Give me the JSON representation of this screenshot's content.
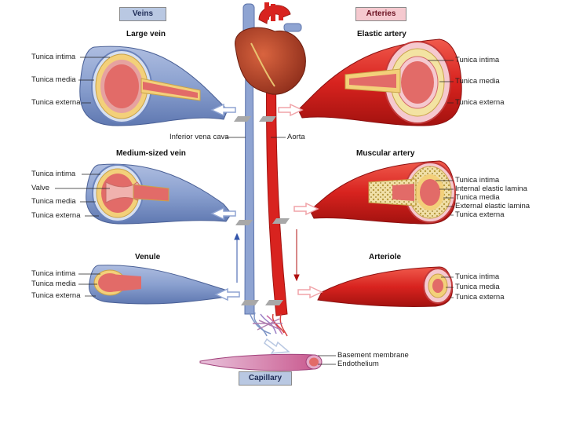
{
  "headers": {
    "veins": "Veins",
    "arteries": "Arteries",
    "capillary": "Capillary"
  },
  "veins": {
    "large": {
      "title": "Large vein",
      "labels": [
        "Tunica intima",
        "Tunica media",
        "Tunica externa"
      ]
    },
    "medium": {
      "title": "Medium-sized vein",
      "labels": [
        "Tunica intima",
        "Valve",
        "Tunica media",
        "Tunica externa"
      ]
    },
    "venule": {
      "title": "Venule",
      "labels": [
        "Tunica intima",
        "Tunica media",
        "Tunica externa"
      ]
    }
  },
  "arteries": {
    "elastic": {
      "title": "Elastic artery",
      "labels": [
        "Tunica intima",
        "Tunica media",
        "Tunica externa"
      ]
    },
    "muscular": {
      "title": "Muscular artery",
      "labels": [
        "Tunica intima",
        "Internal elastic lamina",
        "Tunica media",
        "External elastic lamina",
        "Tunica externa"
      ]
    },
    "arteriole": {
      "title": "Arteriole",
      "labels": [
        "Tunica intima",
        "Tunica media",
        "Tunica externa"
      ]
    }
  },
  "center": {
    "vena_cava": "Inferior vena cava",
    "aorta": "Aorta"
  },
  "capillary_labels": [
    "Basement membrane",
    "Endothelium"
  ],
  "colors": {
    "vein": "#7f96c6",
    "vein_light": "#b9c8e2",
    "artery": "#d8231f",
    "artery_light": "#f5c9cf",
    "lumen": "#e26b68",
    "heart": "#b8412c"
  }
}
